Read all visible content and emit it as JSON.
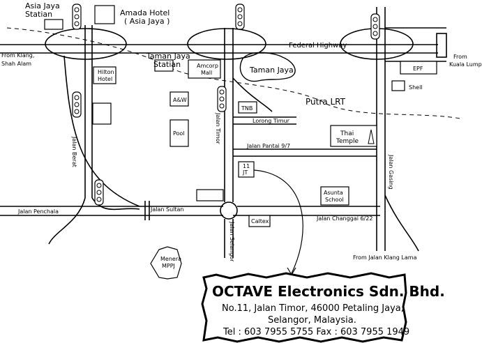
{
  "labels": {
    "asia_jaya_station": [
      "Asia Jaya",
      "Statian"
    ],
    "amada_hotel": [
      "Amada Hotel",
      "( Asia Jaya )"
    ],
    "taman_jaya_station": [
      "Taman Jaya",
      "Statian"
    ],
    "amcorp_mall": [
      "Amcorp",
      "Mall"
    ],
    "taman_jaya": "Taman Jaya",
    "federal_highway": "Federal Highway",
    "from_klang": [
      "From Klang,",
      "Shah Alam"
    ],
    "from_kl": [
      "From",
      "Kuala Lumpur"
    ],
    "hilton_hotel": [
      "Hilton",
      "Hotel"
    ],
    "aw": "A&W",
    "pool": "Pool",
    "tnb": "TNB",
    "putra_lrt": "Putra LRT",
    "epf": "EPF",
    "shell": "Shell",
    "lorong_timur": "Lorong Timur",
    "jalan_timor": "Jalan Timor",
    "thai_temple": [
      "Thai",
      "Temple"
    ],
    "jalan_pantai": "Jalan Pantai 9/7",
    "jalan_berat": "Jalan Berat",
    "jalan_gasing": "Jalan Gasing",
    "eleven_jt": [
      "11",
      "JT"
    ],
    "asunta_school": [
      "Asunta",
      "School"
    ],
    "jalan_penchala": "Jalan Penchala",
    "jalan_sultan": "Jalan Sultan",
    "caltex": "Caltex",
    "jalan_changgai": "Jalan Changgai 6/22",
    "jalan_selangor": "Jalan Selangor",
    "menera_mppj": [
      "Menera",
      "MPPJ"
    ],
    "from_jalan_klang_lama": "From Jalan Klang Lama"
  },
  "company": {
    "name": "OCTAVE Electronics Sdn. Bhd.",
    "address1": "No.11, Jalan Timor,  46000 Petaling Jaya,",
    "address2": "Selangor,  Malaysia.",
    "phone": "Tel : 603 7955  5755 Fax : 603 7955 1949"
  },
  "colors": {
    "ink": "#000000",
    "paper": "#ffffff"
  }
}
